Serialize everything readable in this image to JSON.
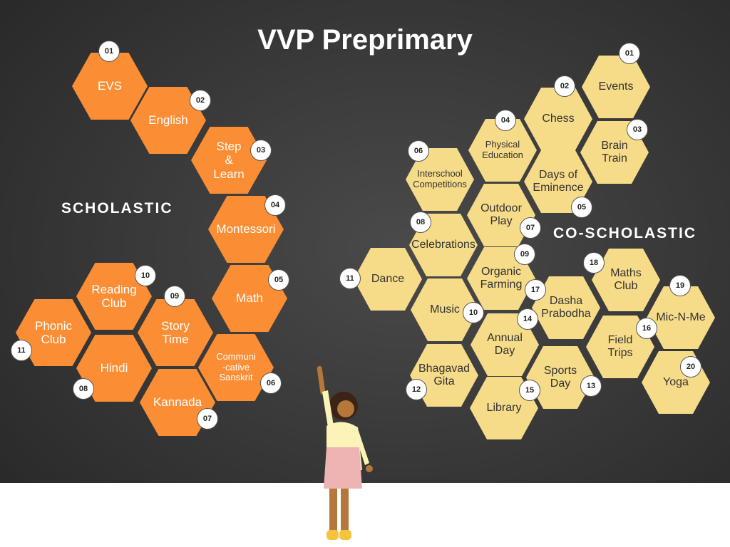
{
  "title": "VVP Preprimary",
  "scholastic": {
    "heading": "SCHOLASTIC",
    "color": "#fb8e34",
    "items": [
      {
        "num": "01",
        "label": "EVS"
      },
      {
        "num": "02",
        "label": "English"
      },
      {
        "num": "03",
        "label": "Step\n&\nLearn"
      },
      {
        "num": "04",
        "label": "Montessori"
      },
      {
        "num": "05",
        "label": "Math"
      },
      {
        "num": "06",
        "label": "Communi\n-cative\nSanskrit"
      },
      {
        "num": "07",
        "label": "Kannada"
      },
      {
        "num": "08",
        "label": "Hindi"
      },
      {
        "num": "09",
        "label": "Story\nTime"
      },
      {
        "num": "10",
        "label": "Reading\nClub"
      },
      {
        "num": "11",
        "label": "Phonic\nClub"
      }
    ]
  },
  "co_scholastic": {
    "heading": "CO-SCHOLASTIC",
    "color": "#f6db89",
    "items": [
      {
        "num": "01",
        "label": "Events"
      },
      {
        "num": "02",
        "label": "Chess"
      },
      {
        "num": "03",
        "label": "Brain\nTrain"
      },
      {
        "num": "04",
        "label": "Physical\nEducation"
      },
      {
        "num": "05",
        "label": "Days of\nEminence"
      },
      {
        "num": "06",
        "label": "Interschool\nCompetitions"
      },
      {
        "num": "07",
        "label": "Outdoor\nPlay"
      },
      {
        "num": "08",
        "label": "Celebrations"
      },
      {
        "num": "09",
        "label": "Organic\nFarming"
      },
      {
        "num": "10",
        "label": "Music"
      },
      {
        "num": "11",
        "label": "Dance"
      },
      {
        "num": "12",
        "label": "Bhagavad\nGita"
      },
      {
        "num": "13",
        "label": "Sports\nDay"
      },
      {
        "num": "14",
        "label": "Annual\nDay"
      },
      {
        "num": "15",
        "label": "Library"
      },
      {
        "num": "16",
        "label": "Field\nTrips"
      },
      {
        "num": "17",
        "label": "Dasha\nPrabodha"
      },
      {
        "num": "18",
        "label": "Maths\nClub"
      },
      {
        "num": "19",
        "label": "Mic-N-Me"
      },
      {
        "num": "20",
        "label": "Yoga"
      }
    ]
  }
}
